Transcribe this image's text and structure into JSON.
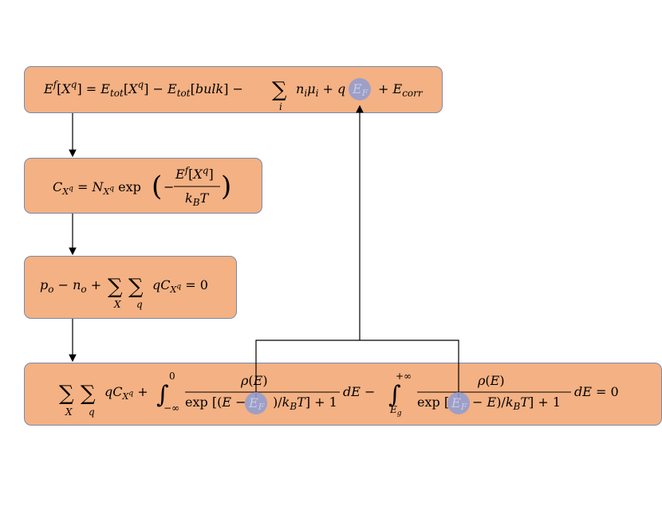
{
  "boxes": {
    "formation_energy": "E^f[X^q] = E_tot[X^q] − E_tot[bulk] − Σ_i n_i μ_i + q E_F + E_corr",
    "concentration": "C_{X^q} = N_{X^q} exp(−E^f[X^q] / k_B T)",
    "charge_neutrality": "p_o − n_o + Σ_X Σ_q q C_{X^q} = 0",
    "self_consistent": "Σ_X Σ_q q C_{X^q} + ∫_{−∞}^{0} ρ(E) / (exp[(E − E_F)/k_B T] + 1) dE − ∫_{E_g}^{+∞} ρ(E) / (exp[(E_F − E)/k_B T] + 1) dE = 0"
  },
  "symbols": {
    "fermi_level": "EF",
    "fermi_sub": "F",
    "exp": "exp",
    "inf_lower": "−∞",
    "zero": "0",
    "inf_upper": "+∞",
    "Eg": "E",
    "g": "g",
    "rho": "ρ(E)",
    "dE": "dE",
    "eq_zero": "= 0"
  },
  "colors": {
    "box_fill": "#f4b183",
    "box_border": "#7a8aa8",
    "fermi_highlight": "#8e9cd4"
  }
}
